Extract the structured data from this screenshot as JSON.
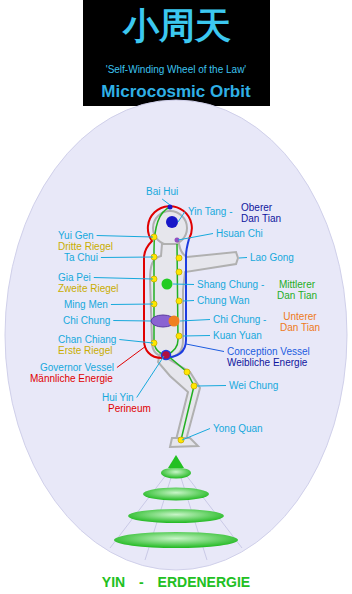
{
  "diagram": {
    "title": "小周天",
    "labels": [
      "'Self-Winding Wheel of the Law'",
      "Microcosmic Orbit",
      "Bai Hui",
      "Yin Tang -",
      "Oberer Dan Tian",
      "Yui Gen",
      "Dritte Riegel",
      "Hsuan Chi",
      "Ta Chui",
      "Lao Gong",
      "Gia Pei",
      "Zweite Riegel",
      "Shang Chung -",
      "Mittlerer Dan Tian",
      "Ming Men",
      "Chung Wan",
      "Chi Chung",
      "Chi Chung -",
      "Unterer Dan Tian",
      "Kuan Yuan",
      "Chan Chiang",
      "Erste Riegel",
      "Conception Vessel",
      "Weibliche Energie",
      "Governor Vessel",
      "Männliche Energie",
      "Wei Chung",
      "Hui Yin",
      "Perineum",
      "Yong Quan",
      "YIN - ERDENERGIE"
    ]
  }
}
